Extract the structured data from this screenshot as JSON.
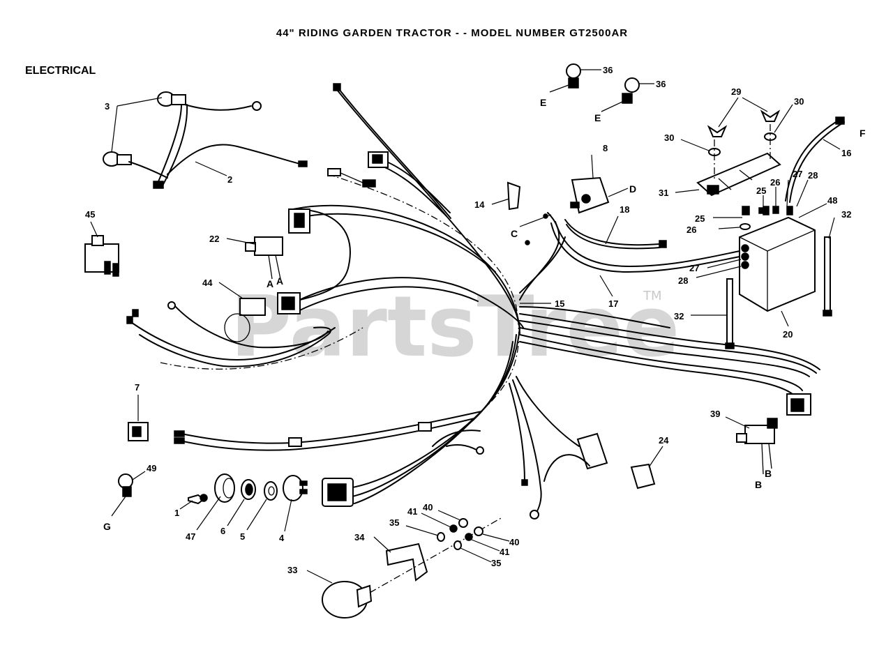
{
  "header": {
    "title": "44\" RIDING GARDEN TRACTOR - - MODEL NUMBER GT2500AR"
  },
  "section": {
    "label": "ELECTRICAL"
  },
  "watermark": {
    "text": "PartsTree",
    "tm": "TM"
  },
  "callouts": {
    "n2": "2",
    "n3": "3",
    "n4": "4",
    "n5": "5",
    "n6": "6",
    "n7": "7",
    "n8": "8",
    "n14": "14",
    "n15": "15",
    "n16": "16",
    "n17": "17",
    "n18": "18",
    "n20": "20",
    "n22": "22",
    "n24": "24",
    "n25a": "25",
    "n25b": "25",
    "n26a": "26",
    "n26b": "26",
    "n27a": "27",
    "n27b": "27",
    "n28a": "28",
    "n28b": "28",
    "n29": "29",
    "n30a": "30",
    "n30b": "30",
    "n31": "31",
    "n32a": "32",
    "n32b": "32",
    "n33": "33",
    "n34": "34",
    "n35a": "35",
    "n35b": "35",
    "n36a": "36",
    "n36b": "36",
    "n39": "39",
    "n40a": "40",
    "n40b": "40",
    "n41a": "41",
    "n41b": "41",
    "n44": "44",
    "n45": "45",
    "n47": "47",
    "n48": "48",
    "n49": "49",
    "n1": "1"
  },
  "letters": {
    "a1": "A",
    "a2": "A",
    "b1": "B",
    "b2": "B",
    "c": "C",
    "d": "D",
    "e1": "E",
    "e2": "E",
    "f": "F",
    "g": "G"
  },
  "colors": {
    "ink": "#000000",
    "paper": "#ffffff",
    "watermark": "#c9c9c9"
  }
}
